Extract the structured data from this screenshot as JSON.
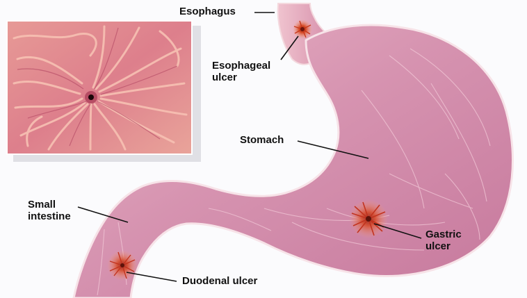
{
  "labels": {
    "esophagus": "Esophagus",
    "esophageal_ulcer_line1": "Esophageal",
    "esophageal_ulcer_line2": "ulcer",
    "stomach": "Stomach",
    "small_intestine_line1": "Small",
    "small_intestine_line2": "intestine",
    "gastric_ulcer_line1": "Gastric",
    "gastric_ulcer_line2": "ulcer",
    "duodenal_ulcer": "Duodenal ulcer"
  },
  "colors": {
    "tissue_light": "#f3c9cf",
    "tissue_mid": "#d98ea6",
    "tissue_deep": "#b8608a",
    "mucosa_ridge": "#f6b7a8",
    "ulcer_core": "#c2331f",
    "ulcer_ray": "#f07a3a",
    "text": "#111111",
    "leader": "#111111",
    "background": "#fbfbfd"
  },
  "icons": {
    "inset": "mucosa-closeup-image",
    "ulcer": "ulcer-crater-icon"
  }
}
